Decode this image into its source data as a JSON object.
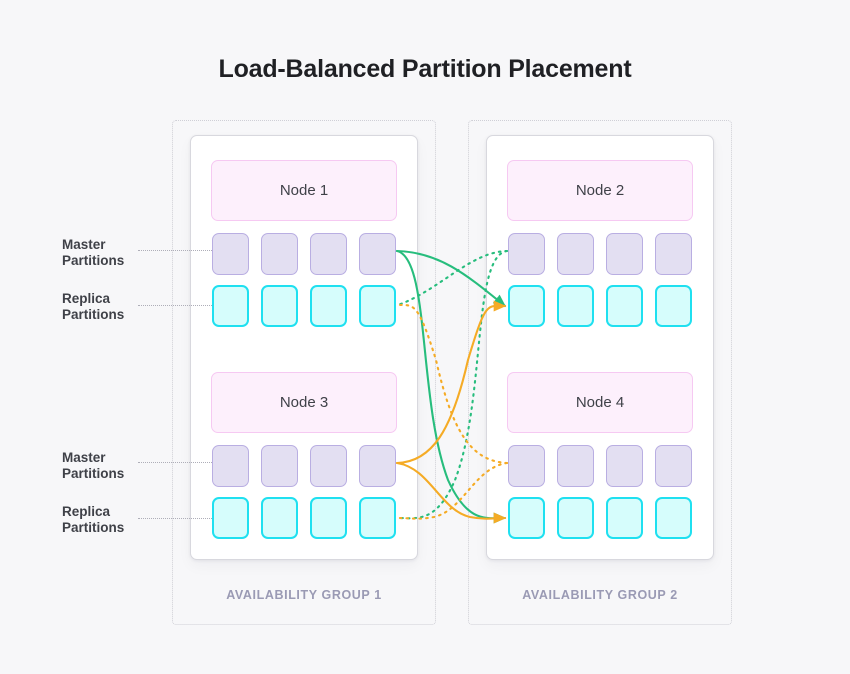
{
  "title": "Load-Balanced Partition Placement",
  "colors": {
    "background": "#f7f7f9",
    "title_text": "#1f2024",
    "node_fill": "#fdf0fc",
    "node_border": "#f6c9f2",
    "master_fill": "#e3dff2",
    "master_border": "#b9aee2",
    "replica_fill": "#d6fdfc",
    "replica_border": "#1fe0f0",
    "flow_green": "#27bd7d",
    "flow_orange": "#f5ab25",
    "group_caption": "#9a9ab4",
    "frame_border": "#cfcfd6",
    "card_border": "#d8d8de"
  },
  "availability_groups": [
    {
      "caption": "AVAILABILITY GROUP 1",
      "nodes": [
        {
          "name": "Node 1",
          "master_partitions": [
            "master-1-1",
            "master-1-2",
            "master-1-3",
            "master-1-4"
          ],
          "replica_partitions": [
            "replica-1-1",
            "replica-1-2",
            "replica-1-3",
            "replica-1-4"
          ]
        },
        {
          "name": "Node 3",
          "master_partitions": [
            "master-3-1",
            "master-3-2",
            "master-3-3",
            "master-3-4"
          ],
          "replica_partitions": [
            "replica-3-1",
            "replica-3-2",
            "replica-3-3",
            "replica-3-4"
          ]
        }
      ]
    },
    {
      "caption": "AVAILABILITY GROUP 2",
      "nodes": [
        {
          "name": "Node 2",
          "master_partitions": [
            "master-2-1",
            "master-2-2",
            "master-2-3",
            "master-2-4"
          ],
          "replica_partitions": [
            "replica-2-1",
            "replica-2-2",
            "replica-2-3",
            "replica-2-4"
          ]
        },
        {
          "name": "Node 4",
          "master_partitions": [
            "master-4-1",
            "master-4-2",
            "master-4-3",
            "master-4-4"
          ],
          "replica_partitions": [
            "replica-4-1",
            "replica-4-2",
            "replica-4-3",
            "replica-4-4"
          ]
        }
      ]
    }
  ],
  "row_labels": [
    {
      "line1": "Master",
      "line2": "Partitions"
    },
    {
      "line1": "Replica",
      "line2": "Partitions"
    },
    {
      "line1": "Master",
      "line2": "Partitions"
    },
    {
      "line1": "Replica",
      "line2": "Partitions"
    }
  ],
  "replication_flows": [
    {
      "from": "Node 1 master",
      "to": "Node 2 replica",
      "style": "solid",
      "color": "#27bd7d"
    },
    {
      "from": "Node 1 master",
      "to": "Node 4 replica",
      "style": "solid",
      "color": "#27bd7d"
    },
    {
      "from": "Node 2 master",
      "to": "Node 1 replica",
      "style": "dotted",
      "color": "#27bd7d"
    },
    {
      "from": "Node 2 master",
      "to": "Node 3 replica",
      "style": "dotted",
      "color": "#27bd7d"
    },
    {
      "from": "Node 3 master",
      "to": "Node 2 replica",
      "style": "solid",
      "color": "#f5ab25"
    },
    {
      "from": "Node 3 master",
      "to": "Node 4 replica",
      "style": "solid",
      "color": "#f5ab25"
    },
    {
      "from": "Node 4 master",
      "to": "Node 1 replica",
      "style": "dotted",
      "color": "#f5ab25"
    },
    {
      "from": "Node 4 master",
      "to": "Node 3 replica",
      "style": "dotted",
      "color": "#f5ab25"
    }
  ]
}
